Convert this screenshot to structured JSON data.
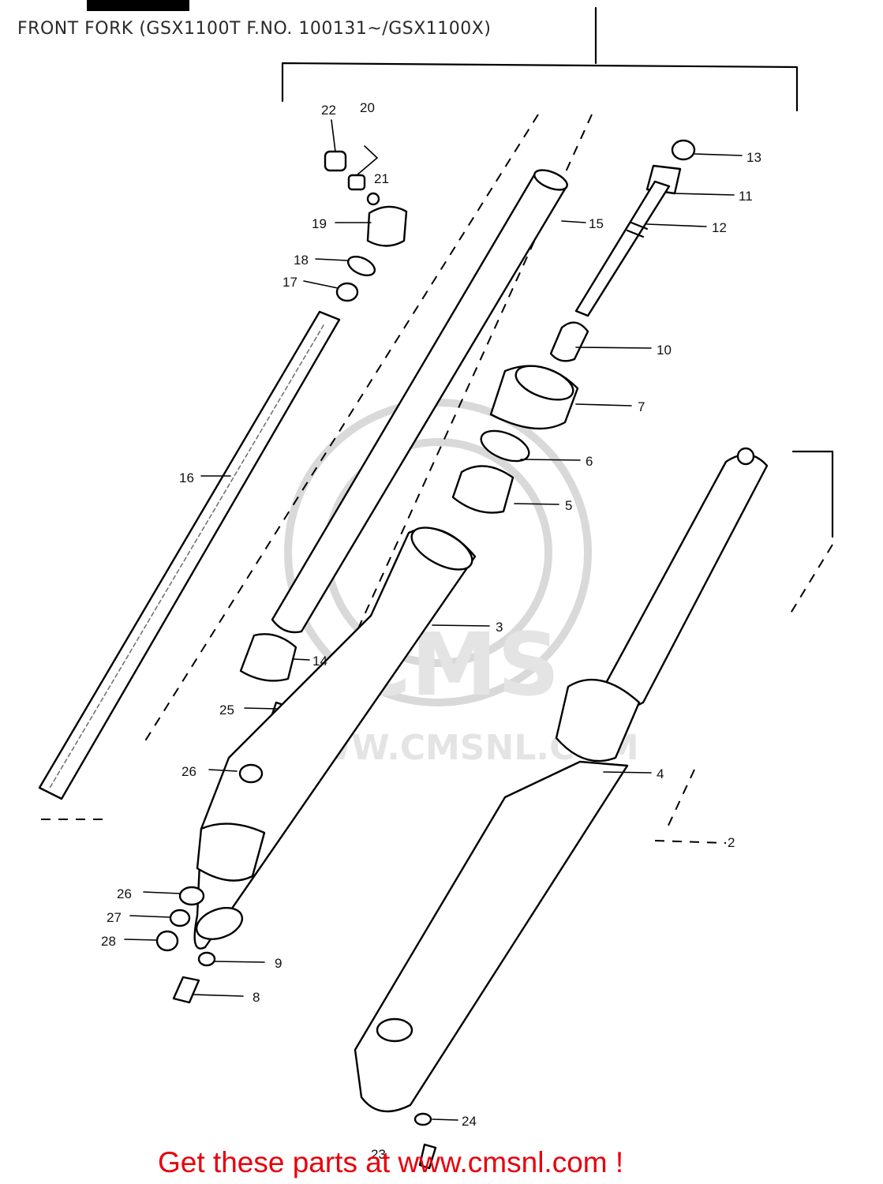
{
  "title": "FRONT FORK (GSX1100T F.NO. 100131~/GSX1100X)",
  "watermark": {
    "brand": "CMS",
    "url": "WWW.CMSNL.COM"
  },
  "cta": {
    "prefix": "Get these parts at ",
    "link": "www.cmsnl.com",
    "suffix": " !"
  },
  "callouts": [
    "22",
    "20",
    "21",
    "19",
    "18",
    "17",
    "13",
    "11",
    "12",
    "15",
    "10",
    "7",
    "6",
    "5",
    "16",
    "3",
    "14",
    "25",
    "26",
    "4",
    "2",
    "26",
    "27",
    "28",
    "9",
    "8",
    "24",
    "23"
  ],
  "colors": {
    "cta": "#e8000c",
    "ink": "#000000",
    "watermark": "#d9d9d9"
  }
}
